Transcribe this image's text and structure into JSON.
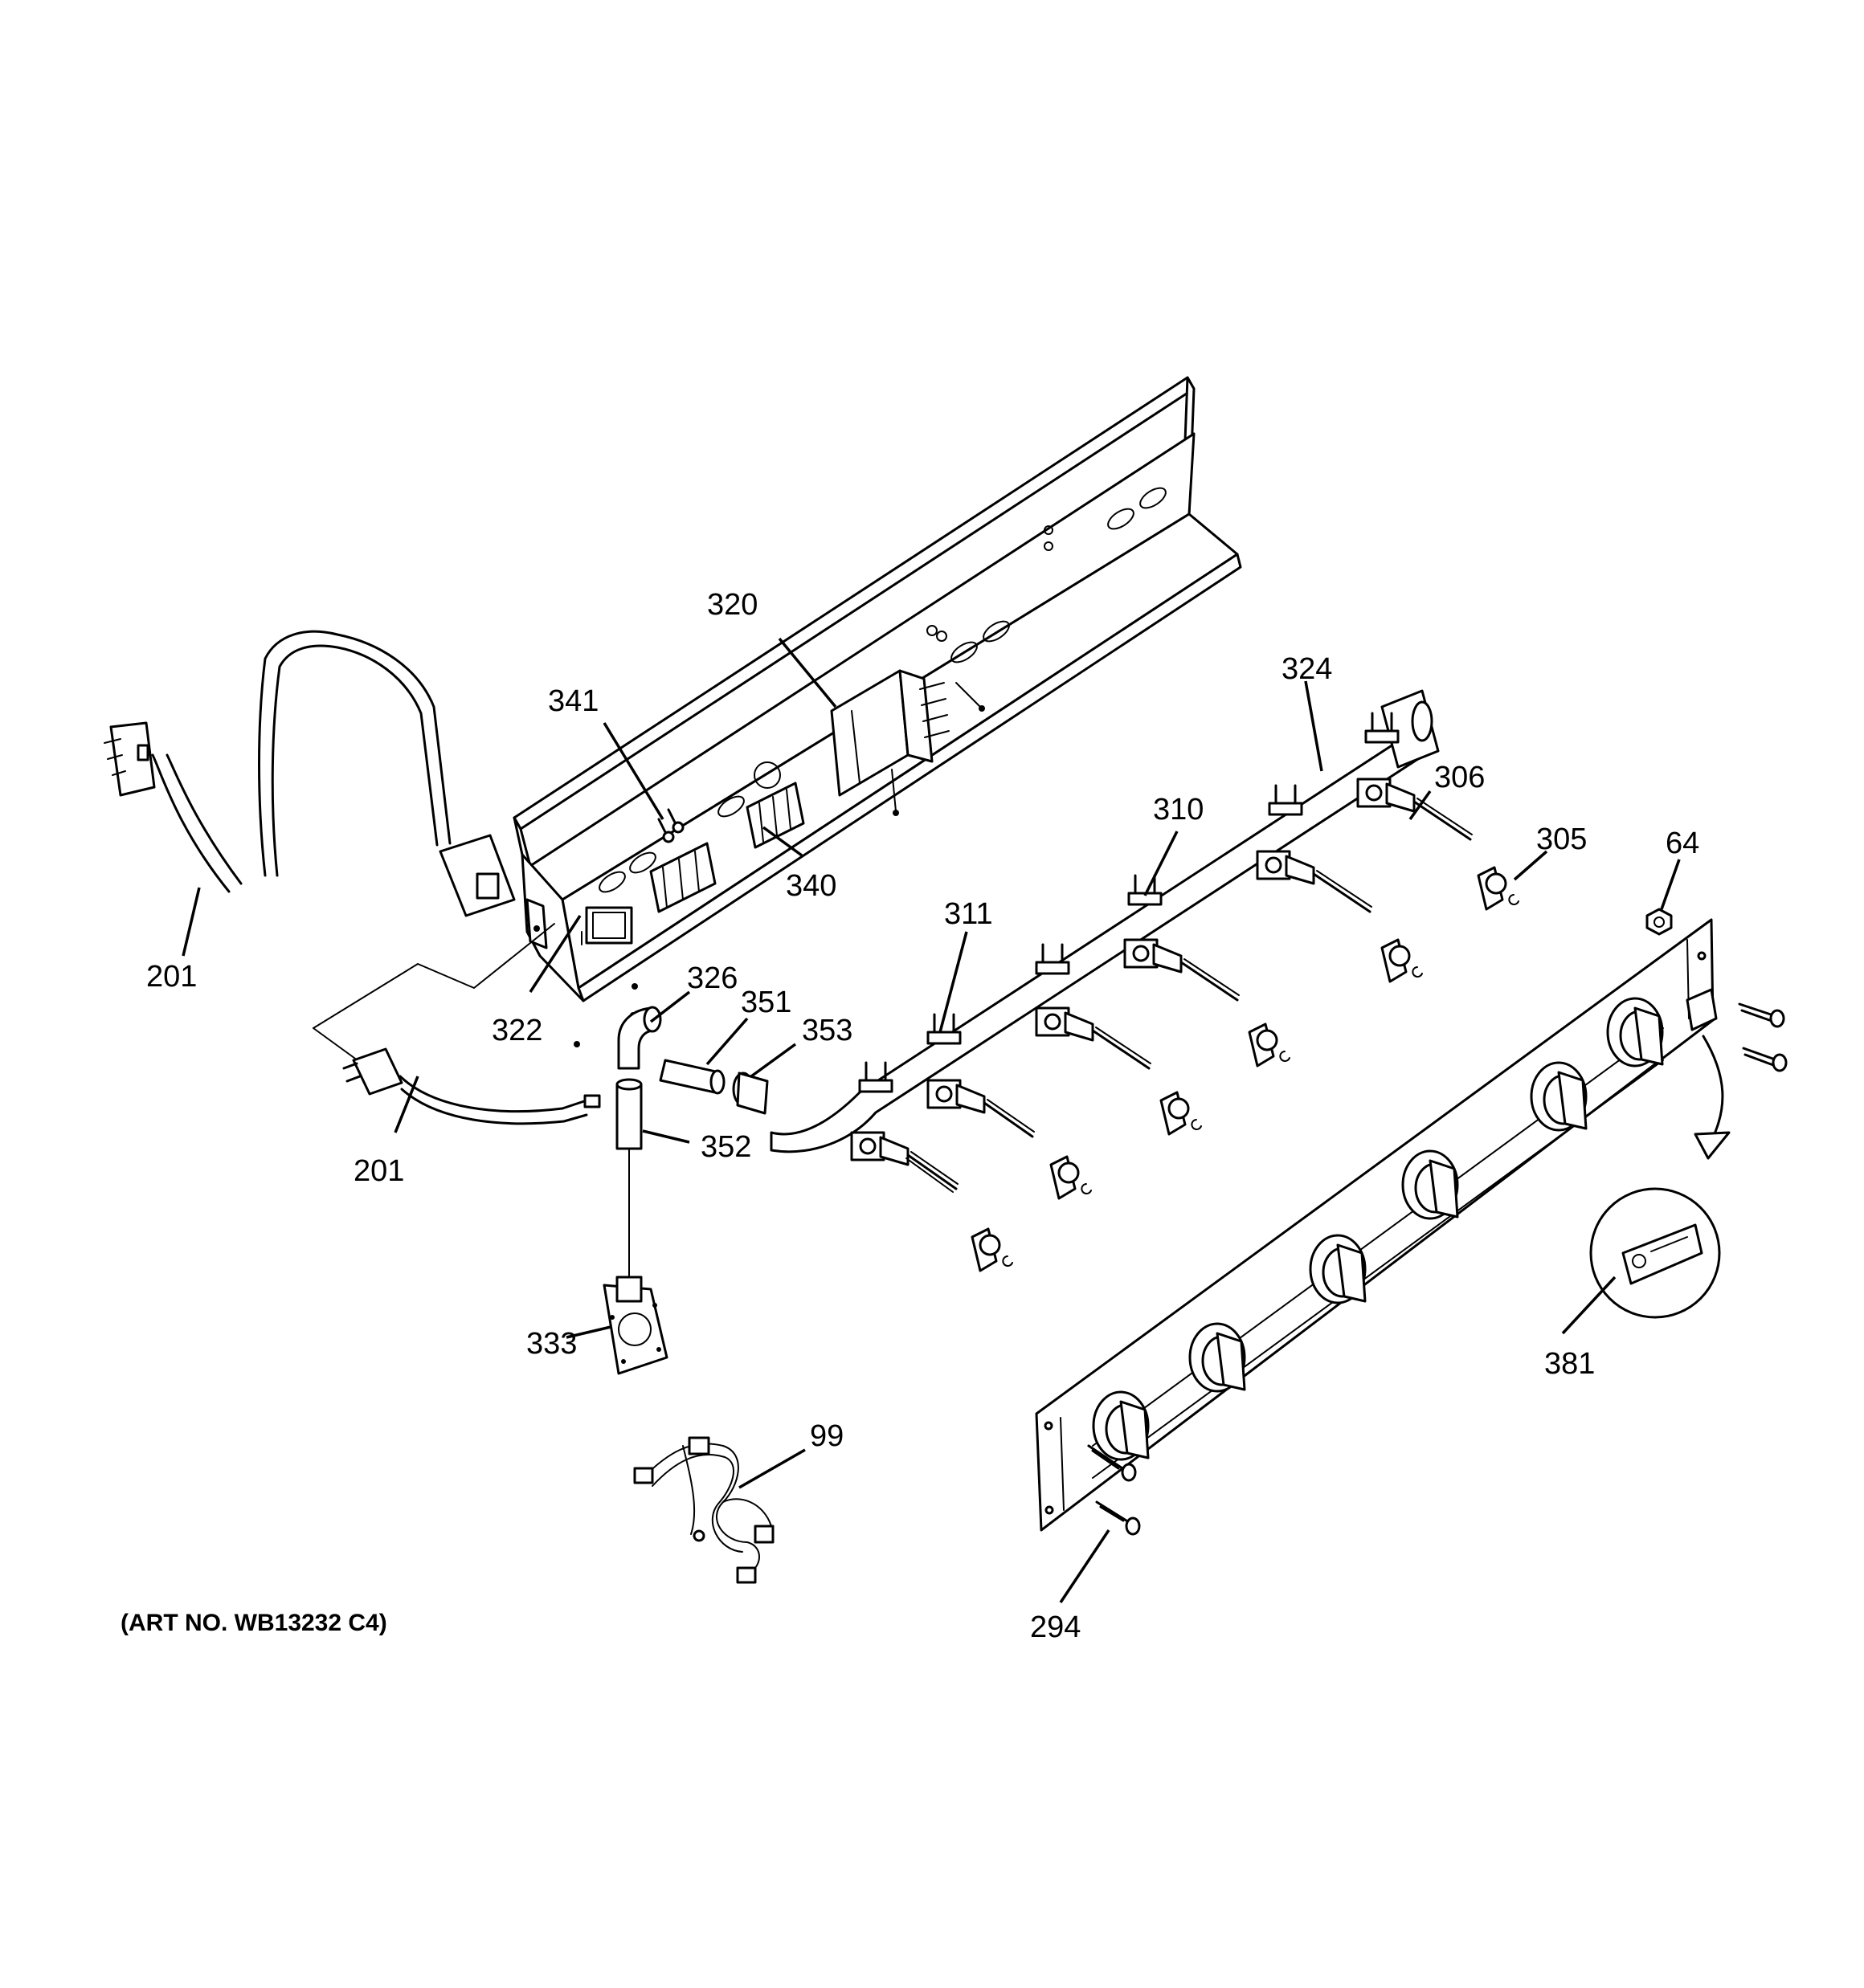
{
  "caption": "(ART NO. WB13232 C4)",
  "callouts": {
    "c201a": "201",
    "c201b": "201",
    "c320": "320",
    "c341": "341",
    "c340": "340",
    "c322": "322",
    "c326": "326",
    "c351": "351",
    "c353": "353",
    "c352": "352",
    "c333": "333",
    "c99": "99",
    "c311": "311",
    "c310": "310",
    "c324": "324",
    "c306": "306",
    "c305": "305",
    "c64": "64",
    "c381": "381",
    "c294": "294"
  }
}
